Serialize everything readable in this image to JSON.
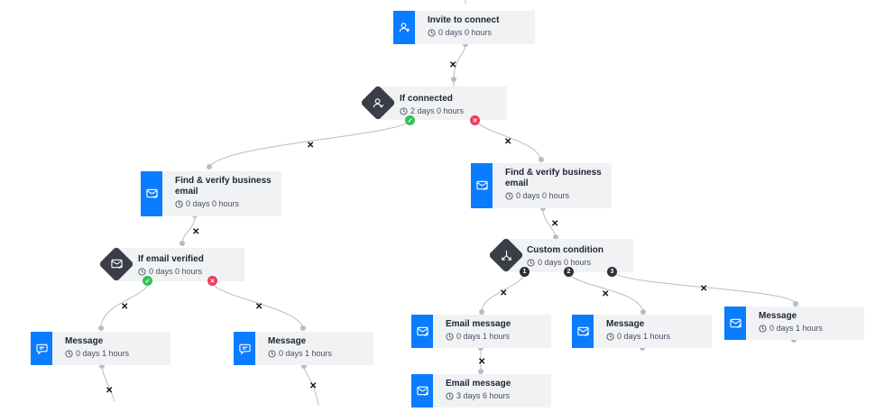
{
  "nodes": {
    "invite": {
      "title": "Invite to connect",
      "duration": "0 days 0 hours",
      "icon": "user-plus-icon"
    },
    "if_connected": {
      "title": "If connected",
      "duration": "2 days 0 hours",
      "icon": "user-check-icon"
    },
    "find_left": {
      "title": "Find & verify business",
      "title2": "email",
      "duration": "0 days 0 hours",
      "icon": "mail-check-icon"
    },
    "find_right": {
      "title": "Find & verify business",
      "title2": "email",
      "duration": "0 days 0 hours",
      "icon": "mail-check-icon"
    },
    "if_email": {
      "title": "If email verified",
      "duration": "0 days 0 hours",
      "icon": "mail-check-icon"
    },
    "custom": {
      "title": "Custom condition",
      "duration": "0 days 0 hours",
      "icon": "branch-icon"
    },
    "msg1": {
      "title": "Message",
      "duration": "0 days 1 hours",
      "icon": "chat-icon"
    },
    "msg2": {
      "title": "Message",
      "duration": "0 days 1 hours",
      "icon": "chat-icon"
    },
    "email1": {
      "title": "Email message",
      "duration": "0 days 1 hours",
      "icon": "mail-send-icon"
    },
    "msg3": {
      "title": "Message",
      "duration": "0 days 1 hours",
      "icon": "mail-send-icon"
    },
    "msg4": {
      "title": "Message",
      "duration": "0 days 1 hours",
      "icon": "mail-send-icon"
    },
    "email2": {
      "title": "Email message",
      "duration": "3 days 6 hours",
      "icon": "mail-send-icon"
    }
  },
  "branches": {
    "b1": "1",
    "b2": "2",
    "b3": "3"
  },
  "colors": {
    "accent": "#0a7cff",
    "condition": "#3b3e47",
    "yes": "#34c15a",
    "no": "#ef3b5c",
    "edge": "#b8bcc4"
  }
}
